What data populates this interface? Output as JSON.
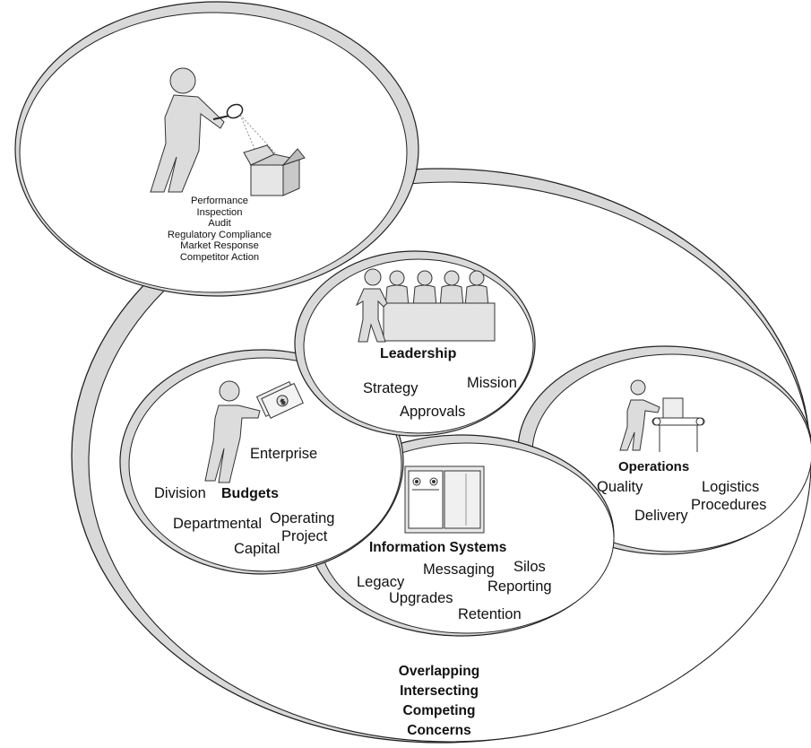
{
  "inspection": {
    "items": [
      "Performance",
      "Inspection",
      "Audit",
      "Regulatory Compliance",
      "Market Response",
      "Competitor Action"
    ]
  },
  "leadership": {
    "title": "Leadership",
    "items": [
      "Strategy",
      "Mission",
      "Approvals"
    ]
  },
  "budgets": {
    "title": "Budgets",
    "items": [
      "Enterprise",
      "Division",
      "Departmental",
      "Operating",
      "Project",
      "Capital"
    ]
  },
  "operations": {
    "title": "Operations",
    "items": [
      "Quality",
      "Logistics",
      "Delivery",
      "Procedures"
    ]
  },
  "information_systems": {
    "title": "Information Systems",
    "items": [
      "Messaging",
      "Silos",
      "Legacy",
      "Reporting",
      "Upgrades",
      "Retention"
    ]
  },
  "concerns": {
    "lines": [
      "Overlapping",
      "Intersecting",
      "Competing",
      "Concerns"
    ]
  },
  "colors": {
    "line": "#222222",
    "fill": "#ffffff",
    "shade": "#d9d9d9",
    "figure": "#dcdcdc"
  }
}
